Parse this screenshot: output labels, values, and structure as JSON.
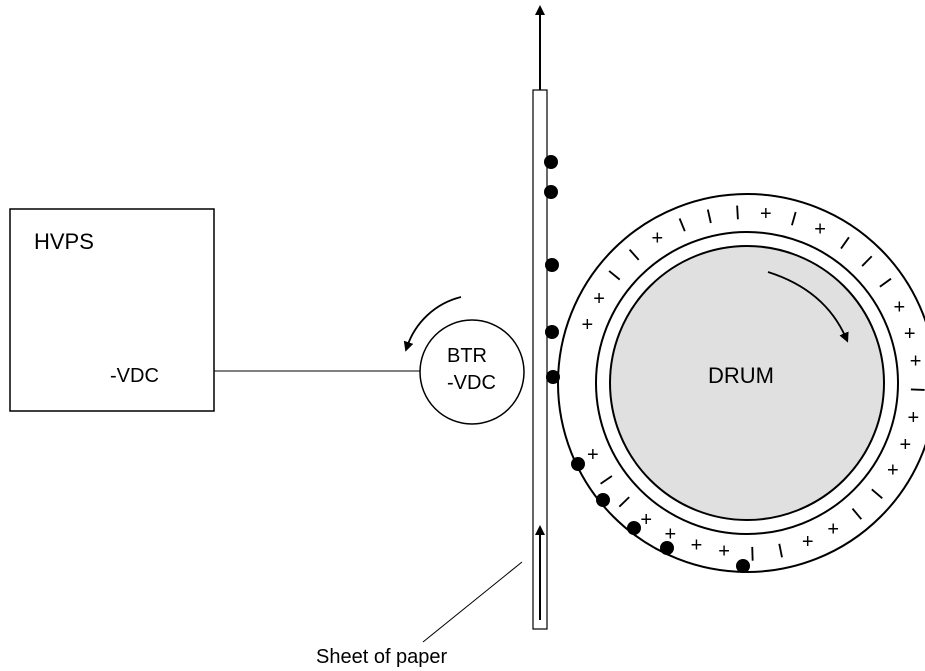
{
  "hvps": {
    "title": "HVPS",
    "output": "-VDC"
  },
  "btr": {
    "line1": "BTR",
    "line2": "-VDC"
  },
  "drum": {
    "label": "DRUM"
  },
  "paper": {
    "label": "Sheet of paper"
  },
  "drum_charges": [
    "+",
    "+",
    "I",
    "I",
    "+",
    "I",
    "I",
    "I",
    "+",
    "I",
    "+",
    "I",
    "I",
    "I",
    "+",
    "+",
    "+",
    "I",
    "+",
    "+",
    "+",
    "I",
    "I",
    "+",
    "+",
    "I",
    "I",
    "+",
    "+",
    "+",
    "+",
    "I",
    "I",
    "+"
  ]
}
